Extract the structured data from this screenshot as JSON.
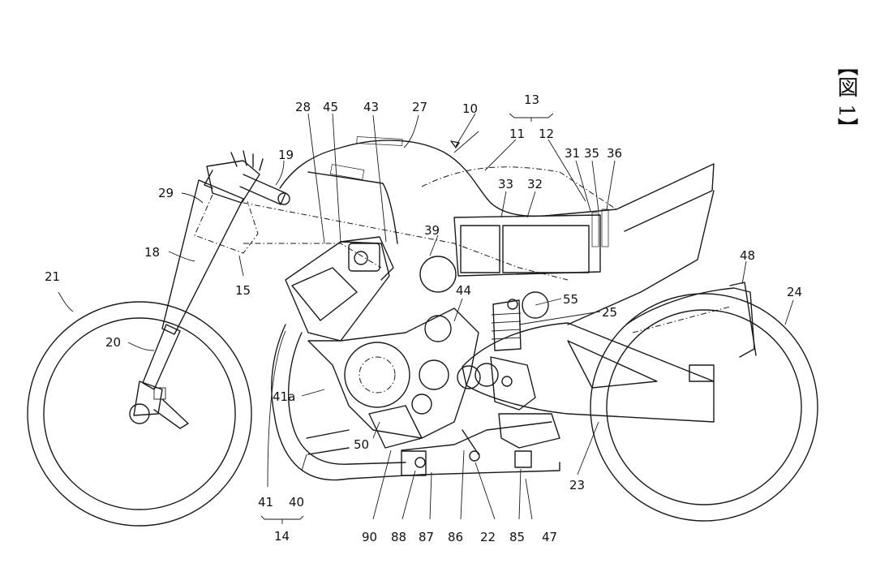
{
  "figure_label": "【図 1】",
  "refs": [
    "10",
    "11",
    "12",
    "13",
    "14",
    "15",
    "18",
    "19",
    "20",
    "21",
    "22",
    "23",
    "24",
    "25",
    "27",
    "28",
    "29",
    "31",
    "32",
    "33",
    "35",
    "36",
    "39",
    "40",
    "41",
    "41a",
    "43",
    "44",
    "45",
    "47",
    "48",
    "50",
    "55",
    "85",
    "86",
    "87",
    "88",
    "90"
  ]
}
